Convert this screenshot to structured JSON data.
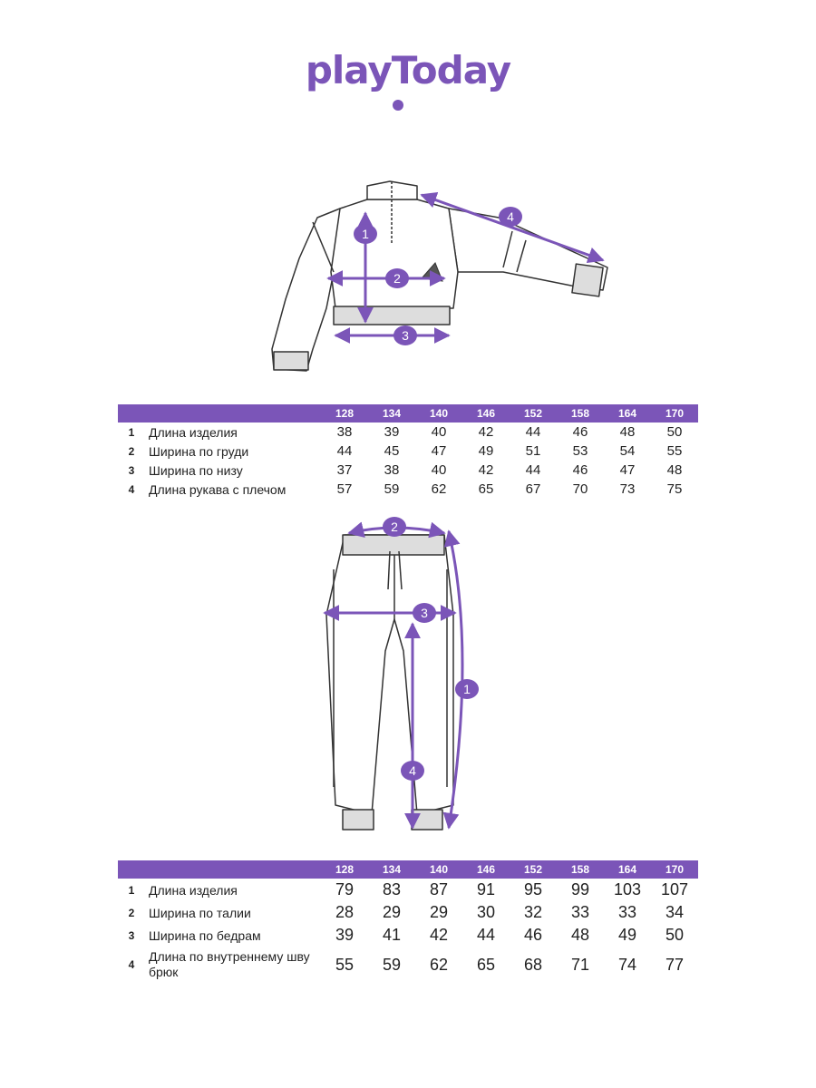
{
  "brand": {
    "logo_text": "playToday",
    "accent": "#7b55b8"
  },
  "top": {
    "markers": [
      "1",
      "2",
      "3",
      "4"
    ],
    "sizes": [
      "128",
      "134",
      "140",
      "146",
      "152",
      "158",
      "164",
      "170"
    ],
    "rows": [
      {
        "num": "1",
        "label": "Длина изделия",
        "values": [
          "38",
          "39",
          "40",
          "42",
          "44",
          "46",
          "48",
          "50"
        ]
      },
      {
        "num": "2",
        "label": "Ширина по груди",
        "values": [
          "44",
          "45",
          "47",
          "49",
          "51",
          "53",
          "54",
          "55"
        ]
      },
      {
        "num": "3",
        "label": "Ширина по низу",
        "values": [
          "37",
          "38",
          "40",
          "42",
          "44",
          "46",
          "47",
          "48"
        ]
      },
      {
        "num": "4",
        "label": "Длина рукава с плечом",
        "values": [
          "57",
          "59",
          "62",
          "65",
          "67",
          "70",
          "73",
          "75"
        ]
      }
    ]
  },
  "bottom": {
    "markers": [
      "2",
      "3",
      "1",
      "4"
    ],
    "sizes": [
      "128",
      "134",
      "140",
      "146",
      "152",
      "158",
      "164",
      "170"
    ],
    "rows": [
      {
        "num": "1",
        "label": "Длина изделия",
        "values": [
          "79",
          "83",
          "87",
          "91",
          "95",
          "99",
          "103",
          "107"
        ]
      },
      {
        "num": "2",
        "label": "Ширина по талии",
        "values": [
          "28",
          "29",
          "29",
          "30",
          "32",
          "33",
          "33",
          "34"
        ]
      },
      {
        "num": "3",
        "label": "Ширина по бедрам",
        "values": [
          "39",
          "41",
          "42",
          "44",
          "46",
          "48",
          "49",
          "50"
        ]
      },
      {
        "num": "4",
        "label": "Длина по внутреннему шву брюк",
        "values": [
          "55",
          "59",
          "62",
          "65",
          "68",
          "71",
          "74",
          "77"
        ]
      }
    ]
  }
}
